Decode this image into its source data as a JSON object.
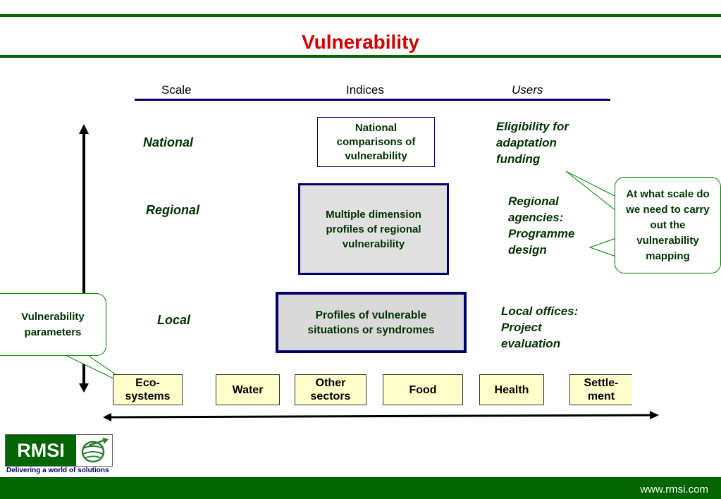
{
  "title": "Vulnerability",
  "headers": {
    "scale": "Scale",
    "indices": "Indices",
    "users": "Users"
  },
  "scales": {
    "national": "National",
    "regional": "Regional",
    "local": "Local"
  },
  "indices": {
    "national": "National comparisons of vulnerability",
    "regional": "Multiple dimension profiles of regional vulnerability",
    "local": "Profiles of vulnerable situations or syndromes"
  },
  "users": {
    "national": "Eligibility for adaptation funding",
    "regional": "Regional agencies: Programme design",
    "local": "Local offices: Project evaluation"
  },
  "callouts": {
    "question": "At what scale do we need to carry out the vulnerability mapping",
    "parameters": "Vulnerability parameters"
  },
  "sectors": [
    "Eco-systems",
    "Water",
    "Other sectors",
    "Food",
    "Health",
    "Settle-ment"
  ],
  "logo": {
    "name": "RMSI",
    "tagline": "Delivering a world of solutions"
  },
  "footer": {
    "url": "www.rmsi.com"
  },
  "colors": {
    "accent_green": "#006400",
    "title_red": "#cc0000",
    "navy": "#000066",
    "sector_fill": "#ffffcc"
  }
}
